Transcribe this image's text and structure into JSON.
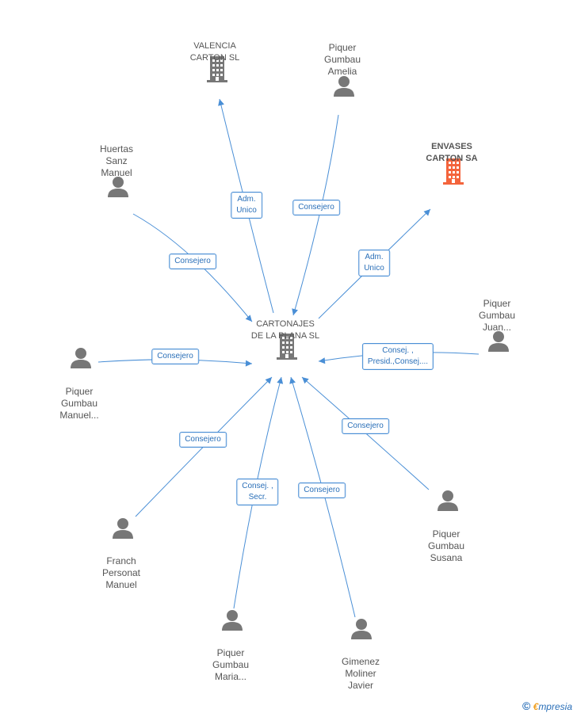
{
  "colors": {
    "edge": "#4a8fd6",
    "building": "#777777",
    "building_highlight": "#f4643c",
    "person": "#777777"
  },
  "nodes": [
    {
      "id": "center",
      "type": "company",
      "lines": [
        "CARTONAJES",
        "DE LA PLANA SL"
      ],
      "icon": "building-icon",
      "highlight": false
    },
    {
      "id": "valencia",
      "type": "company",
      "lines": [
        "VALENCIA",
        "CARTON SL"
      ],
      "icon": "building-icon",
      "highlight": false
    },
    {
      "id": "envases",
      "type": "company",
      "lines": [
        "ENVASES",
        "CARTON SA"
      ],
      "icon": "building-icon",
      "highlight": true
    },
    {
      "id": "amelia",
      "type": "person",
      "lines": [
        "Piquer",
        "Gumbau",
        "Amelia"
      ],
      "icon": "person-icon"
    },
    {
      "id": "huertas",
      "type": "person",
      "lines": [
        "Huertas",
        "Sanz",
        "Manuel"
      ],
      "icon": "person-icon"
    },
    {
      "id": "juan",
      "type": "person",
      "lines": [
        "Piquer",
        "Gumbau",
        "Juan..."
      ],
      "icon": "person-icon"
    },
    {
      "id": "manuel",
      "type": "person",
      "lines": [
        "Piquer",
        "Gumbau",
        "Manuel..."
      ],
      "icon": "person-icon"
    },
    {
      "id": "susana",
      "type": "person",
      "lines": [
        "Piquer",
        "Gumbau",
        "Susana"
      ],
      "icon": "person-icon"
    },
    {
      "id": "franch",
      "type": "person",
      "lines": [
        "Franch",
        "Personat",
        "Manuel"
      ],
      "icon": "person-icon"
    },
    {
      "id": "maria",
      "type": "person",
      "lines": [
        "Piquer",
        "Gumbau",
        "Maria..."
      ],
      "icon": "person-icon"
    },
    {
      "id": "gimenez",
      "type": "person",
      "lines": [
        "Gimenez",
        "Moliner",
        "Javier"
      ],
      "icon": "person-icon"
    }
  ],
  "edges": [
    {
      "from": "center",
      "to": "valencia",
      "label": [
        "Adm.",
        "Unico"
      ]
    },
    {
      "from": "amelia",
      "to": "center",
      "label": [
        "Consejero"
      ]
    },
    {
      "from": "huertas",
      "to": "center",
      "label": [
        "Consejero"
      ]
    },
    {
      "from": "center",
      "to": "envases",
      "label": [
        "Adm.",
        "Unico"
      ]
    },
    {
      "from": "juan",
      "to": "center",
      "label": [
        "Consej. ,",
        "Presid.,Consej...."
      ]
    },
    {
      "from": "manuel",
      "to": "center",
      "label": [
        "Consejero"
      ]
    },
    {
      "from": "susana",
      "to": "center",
      "label": [
        "Consejero"
      ]
    },
    {
      "from": "franch",
      "to": "center",
      "label": [
        "Consejero"
      ]
    },
    {
      "from": "maria",
      "to": "center",
      "label": [
        "Consej. ,",
        "Secr."
      ]
    },
    {
      "from": "gimenez",
      "to": "center",
      "label": [
        "Consejero"
      ]
    }
  ],
  "footer": {
    "copyright": "©",
    "brand_first": "€",
    "brand_rest": "mpresia"
  }
}
